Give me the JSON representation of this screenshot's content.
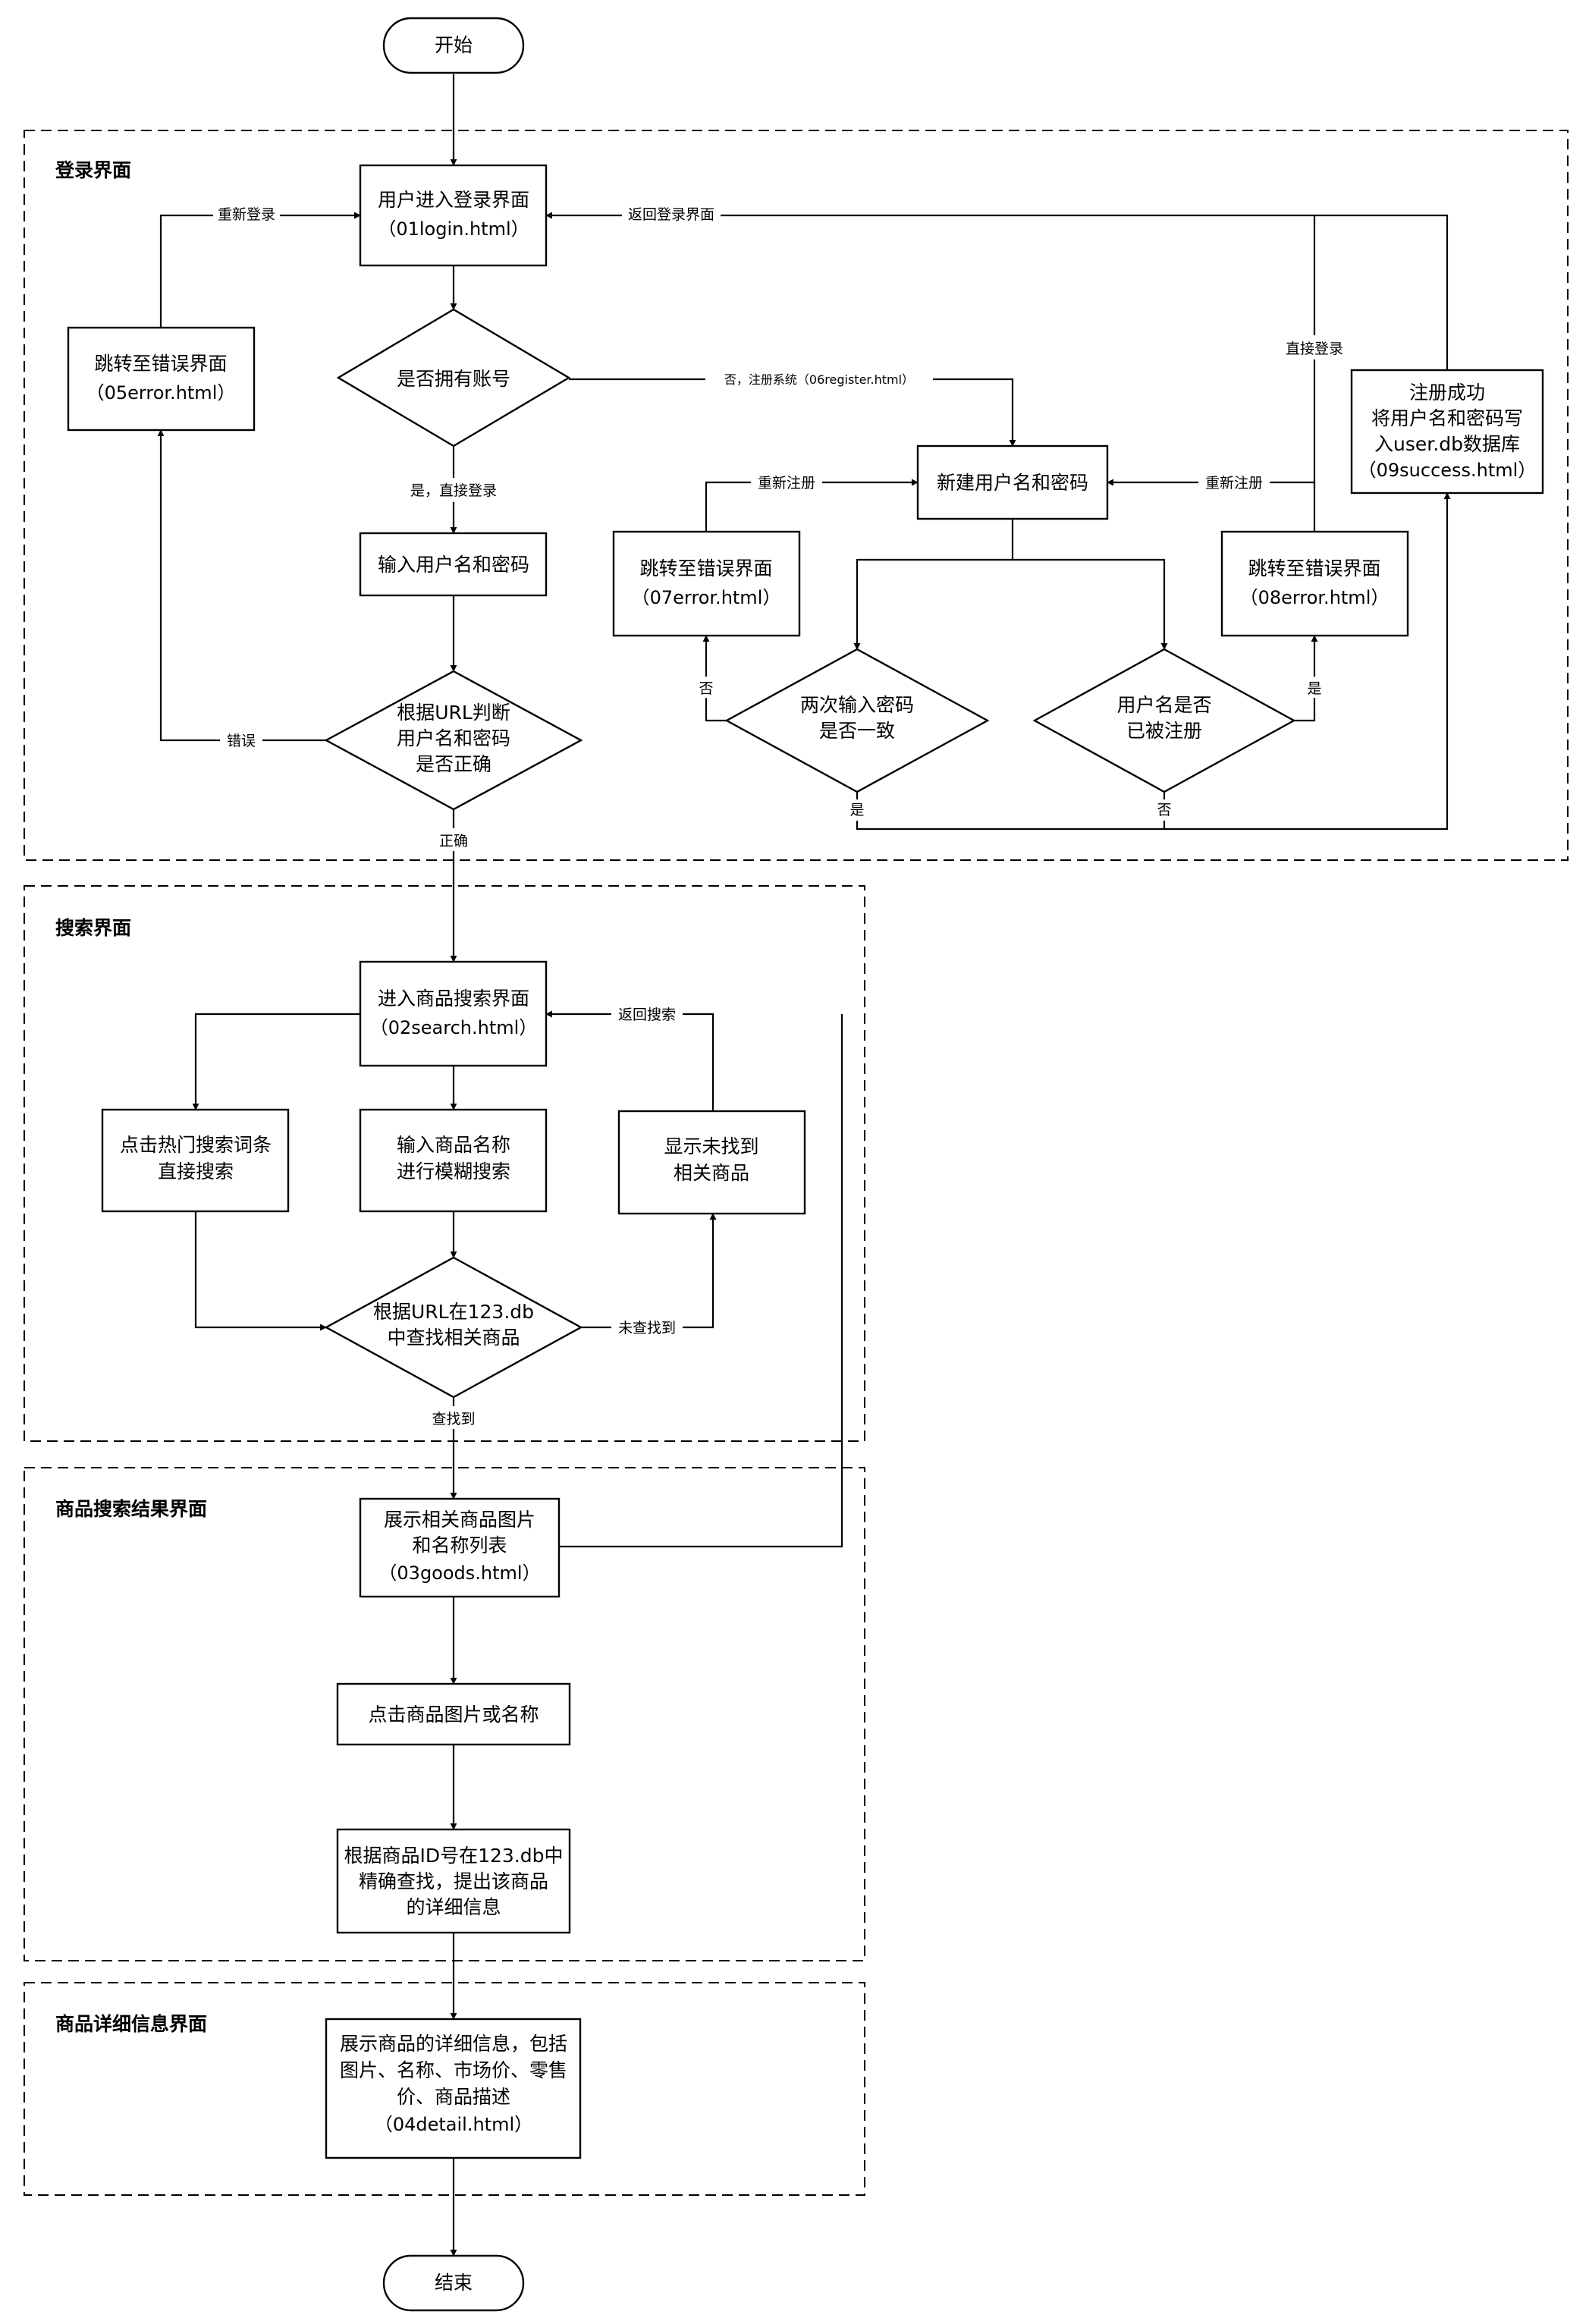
{
  "regions": {
    "login": "登录界面",
    "search": "搜索界面",
    "results": "商品搜索结果界面",
    "detail": "商品详细信息界面"
  },
  "nodes": {
    "start": [
      "开始"
    ],
    "end": [
      "结束"
    ],
    "login": [
      "用户进入登录界面",
      "（01login.html）"
    ],
    "err05": [
      "跳转至错误界面",
      "（05error.html）"
    ],
    "has_account": [
      "是否拥有账号"
    ],
    "input_user_pwd": [
      "输入用户名和密码"
    ],
    "check_url": [
      "根据URL判断",
      "用户名和密码",
      "是否正确"
    ],
    "new_user": [
      "新建用户名和密码"
    ],
    "err07": [
      "跳转至错误界面",
      "（07error.html）"
    ],
    "err08": [
      "跳转至错误界面",
      "（08error.html）"
    ],
    "success09": [
      "注册成功",
      "将用户名和密码写",
      "入user.db数据库",
      "（09success.html）"
    ],
    "pwd_match": [
      "两次输入密码",
      "是否一致"
    ],
    "user_registered": [
      "用户名是否",
      "已被注册"
    ],
    "search_page": [
      "进入商品搜索界面",
      "（02search.html）"
    ],
    "hot_search": [
      "点击热门搜索词条",
      "直接搜索"
    ],
    "fuzzy_search": [
      "输入商品名称",
      "进行模糊搜索"
    ],
    "not_found": [
      "显示未找到",
      "相关商品"
    ],
    "lookup_db": [
      "根据URL在123.db",
      "中查找相关商品"
    ],
    "goods_list": [
      "展示相关商品图片",
      "和名称列表",
      "（03goods.html）"
    ],
    "click_goods": [
      "点击商品图片或名称"
    ],
    "precise_lookup": [
      "根据商品ID号在123.db中",
      "精确查找，提出该商品",
      "的详细信息"
    ],
    "detail_page": [
      "展示商品的详细信息，包括",
      "图片、名称、市场价、零售",
      "价、商品描述",
      "（04detail.html）"
    ]
  },
  "edge_labels": {
    "relogin": "重新登录",
    "back_login": "返回登录界面",
    "direct_login_right": "直接登录",
    "no_register": "否，注册系统（06register.html）",
    "yes_direct_login": "是，直接登录",
    "reregister_left": "重新注册",
    "reregister_right": "重新注册",
    "no_pwd": "否",
    "yes_registered": "是",
    "error": "错误",
    "correct": "正确",
    "yes_pwd": "是",
    "no_registered": "否",
    "back_search": "返回搜索",
    "not_found_edge": "未查找到",
    "found": "查找到"
  }
}
